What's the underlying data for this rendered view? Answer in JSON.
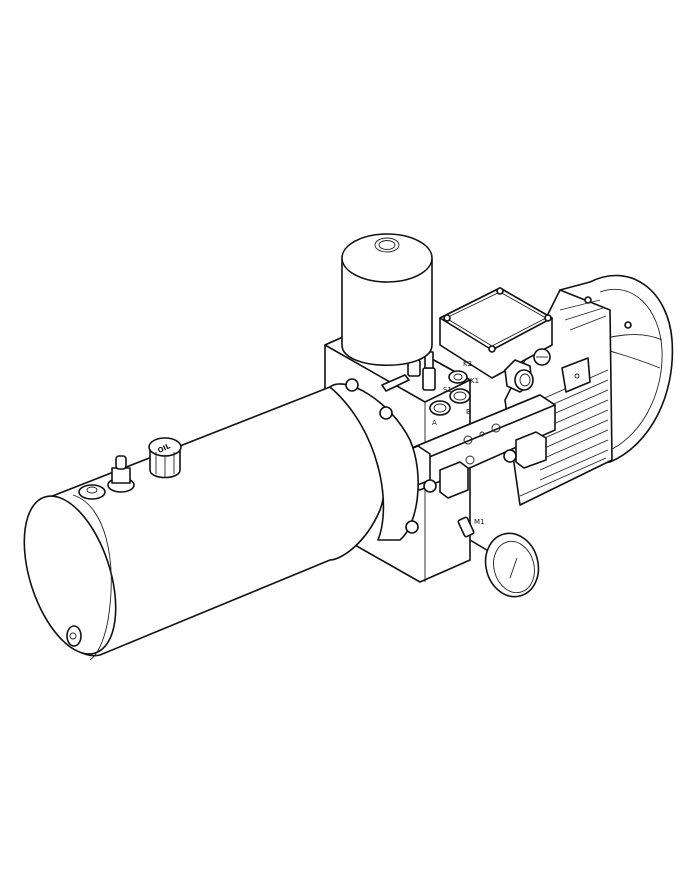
{
  "drawing": {
    "subject": "Hydraulic power unit (isometric line drawing)",
    "background": "#ffffff",
    "line_color": "#111111",
    "labels": {
      "oil_cap": "OIL",
      "port_a": "A",
      "port_b": "B",
      "port_s1": "S1",
      "port_k1": "K1",
      "port_k2": "K2",
      "gauge_port": "M1"
    }
  }
}
